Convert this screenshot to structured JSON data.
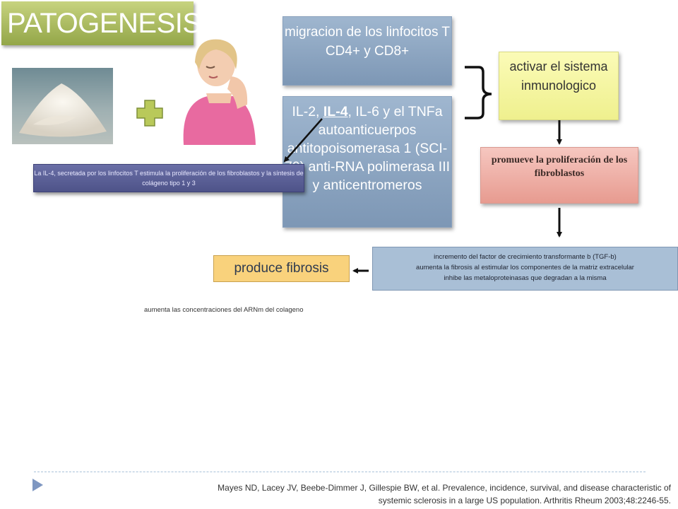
{
  "slide": {
    "title": "PATOGENESIS",
    "box_migration": "migracion de los linfocitos T CD4+ y CD8+",
    "box_cytokines": {
      "part1": "IL-2, ",
      "part2": "IL-4",
      "part3": ", IL-6 y el TNFa autoanticuerpos antitopoisomerasa 1 (SCI-70) anti-RNA polimerasa III y anticentromeros"
    },
    "box_activate": "activar el sistema inmunologico",
    "box_promote": "promueve la proliferación de los fibroblastos",
    "box_il4_note": "La IL-4, secretada por los linfocitos T estimula la proliferación de los fibroblastos y la síntesis de colágeno tipo 1 y 3",
    "box_tgf": {
      "line1": "incremento del factor de crecimiento transformante b (TGF-b)",
      "line2": "aumenta la fibrosis al estimular los componentes de la matriz extracelular",
      "line3": "inhibe las metaloproteinasas que degradan a la misma"
    },
    "box_fibrosis": "produce fibrosis",
    "note_arnm": "aumenta las concentraciones del ARNm del colageno",
    "reference": {
      "line1": "Mayes ND, Lacey JV, Beebe-Dimmer J, Gillespie BW, et al. Prevalence, incidence, survival, and disease characteristic of",
      "line2": "systemic sclerosis in a large US population. Arthritis Rheum 2003;48:2246-55."
    }
  },
  "colors": {
    "title_green": "#93a648",
    "box_blue": "#7d97b5",
    "box_yellow": "#eff08e",
    "box_pink": "#e79b90",
    "box_purple": "#4e5389",
    "box_fibrosis": "#f9d27c",
    "plus_green": "#b9c95a"
  },
  "icons": [
    "powder-image",
    "plus-icon",
    "woman-neck-pain-image",
    "brace-icon",
    "arrow-icon",
    "bullet-triangle-icon"
  ]
}
